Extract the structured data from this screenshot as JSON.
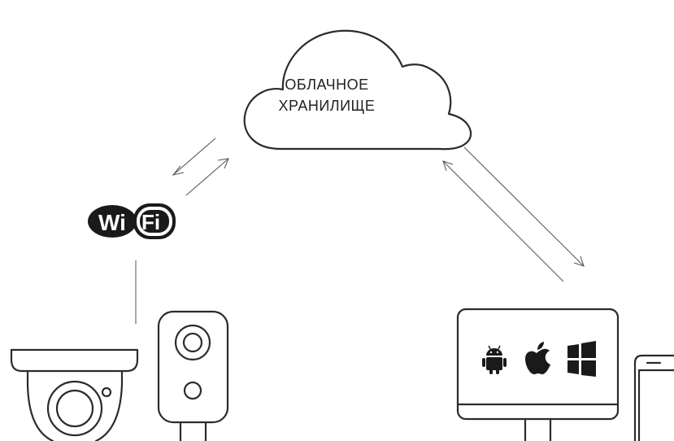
{
  "cloud": {
    "label_line1": "ОБЛАЧНОЕ",
    "label_line2": "ХРАНИЛИЩЕ"
  },
  "wifi": {
    "left_text": "Wi",
    "right_text": "Fi"
  },
  "devices": {
    "dome_camera_icon": "dome-camera-icon",
    "cube_camera_icon": "cube-camera-icon",
    "monitor_icon": "monitor-icon",
    "tablet_icon": "tablet-icon",
    "os_icons": [
      "android-icon",
      "apple-icon",
      "windows-icon"
    ]
  },
  "colors": {
    "stroke": "#2b2b2b",
    "arrow": "#5a5a5a",
    "wifi_badge": "#1a1a1a",
    "background": "#ffffff"
  }
}
